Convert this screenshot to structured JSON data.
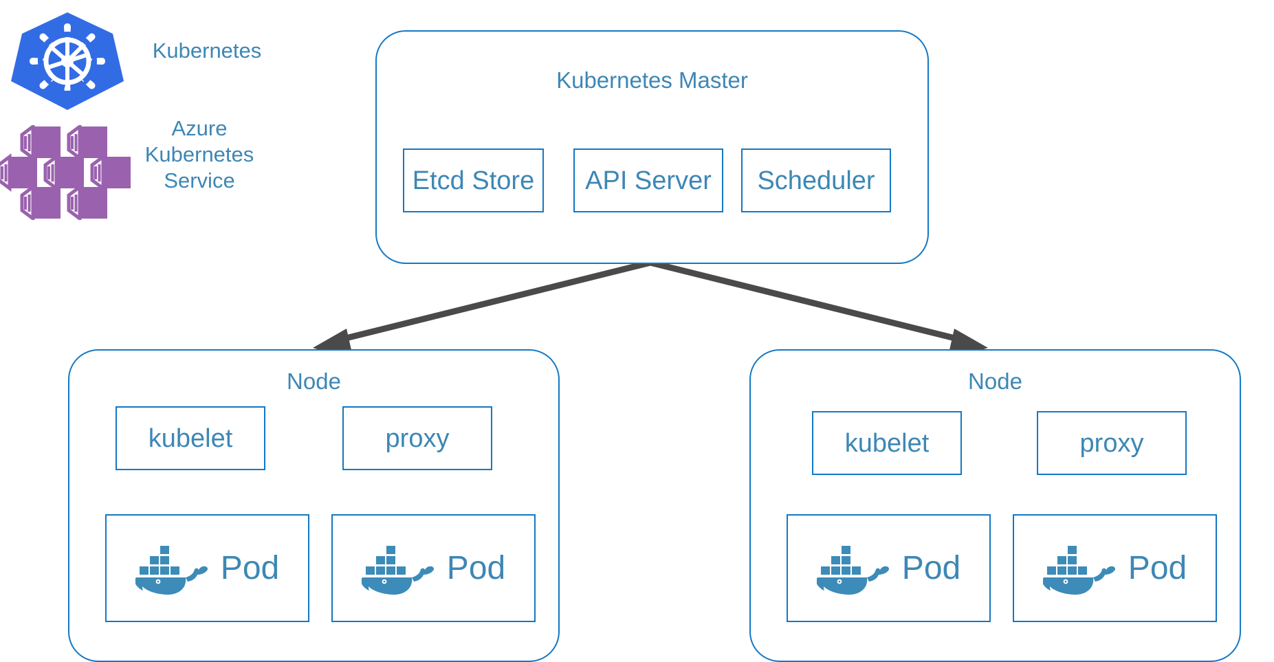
{
  "diagram": {
    "title": "Kubernetes / Azure Kubernetes Service cluster architecture",
    "colors": {
      "box_border": "#1378c4",
      "text_blue": "#3d87b5",
      "arrow_gray": "#4a4a4a",
      "k8s_logo_blue": "#326ce5",
      "aks_purple": "#9a62ae",
      "docker_blue": "#3d8bb8",
      "background": "#ffffff"
    }
  },
  "legend": {
    "items": [
      {
        "icon": "kubernetes-logo-icon",
        "label": "Kubernetes"
      },
      {
        "icon": "azure-kubernetes-service-icon",
        "label": "Azure\nKubernetes\nService"
      }
    ]
  },
  "master": {
    "title": "Kubernetes Master",
    "components": [
      {
        "label": "Etcd Store"
      },
      {
        "label": "API Server"
      },
      {
        "label": "Scheduler"
      }
    ]
  },
  "nodes": [
    {
      "title": "Node",
      "agents": [
        {
          "label": "kubelet"
        },
        {
          "label": "proxy"
        }
      ],
      "pods": [
        {
          "label": "Pod",
          "icon": "docker-whale-icon"
        },
        {
          "label": "Pod",
          "icon": "docker-whale-icon"
        }
      ]
    },
    {
      "title": "Node",
      "agents": [
        {
          "label": "kubelet"
        },
        {
          "label": "proxy"
        }
      ],
      "pods": [
        {
          "label": "Pod",
          "icon": "docker-whale-icon"
        },
        {
          "label": "Pod",
          "icon": "docker-whale-icon"
        }
      ]
    }
  ],
  "connections": [
    {
      "from": "master",
      "to": "node-left",
      "style": "arrow"
    },
    {
      "from": "master",
      "to": "node-right",
      "style": "arrow"
    }
  ]
}
